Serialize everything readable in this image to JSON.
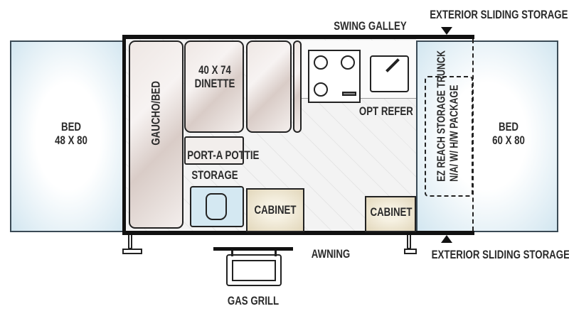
{
  "labels": {
    "swing_galley": "SWING GALLEY",
    "ext_storage_top": "EXTERIOR SLIDING STORAGE",
    "ext_storage_bottom": "EXTERIOR SLIDING STORAGE",
    "awning": "AWNING",
    "gas_grill": "GAS GRILL",
    "opt_refer": "OPT REFER",
    "port_a_pottie": "PORT-A POTTIE",
    "storage": "STORAGE",
    "gaucho": "GAUCHO/BED",
    "dinette_size": "40 X 74",
    "dinette": "DINETTE",
    "cabinet_left": "CABINET",
    "cabinet_right": "CABINET",
    "bed_left": "BED",
    "bed_left_size": "48 X 80",
    "bed_right": "BED",
    "bed_right_size": "60 X 80",
    "trunk_line1": "EZ REACH STORAGE TRUNCK",
    "trunk_line2": "N/A/ W/ H/W PACKAGE"
  }
}
